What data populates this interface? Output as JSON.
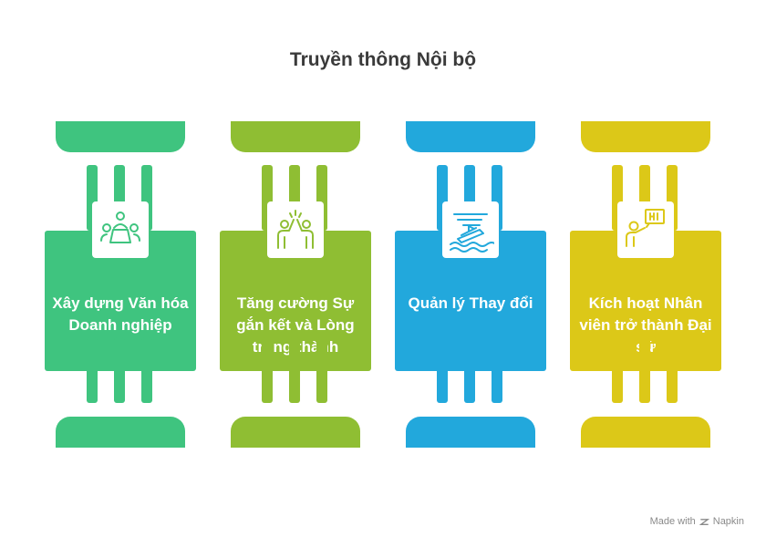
{
  "title": "Truyền thông Nội bộ",
  "items": [
    {
      "label": "Xây dựng Văn hóa Doanh nghiệp",
      "color": "#3fc47f",
      "icon": "meeting-table-icon"
    },
    {
      "label": "Tăng cường Sự gắn kết và Lòng trung thành",
      "color": "#8fbe33",
      "icon": "high-five-icon"
    },
    {
      "label": "Quản lý Thay đổi",
      "color": "#22a8dc",
      "icon": "sinking-ship-icon"
    },
    {
      "label": "Kích hoạt Nhân viên trở thành Đại sứ",
      "color": "#dcc818",
      "icon": "speaker-presenting-icon"
    }
  ],
  "credit": {
    "made_with": "Made with",
    "brand": "Napkin"
  }
}
